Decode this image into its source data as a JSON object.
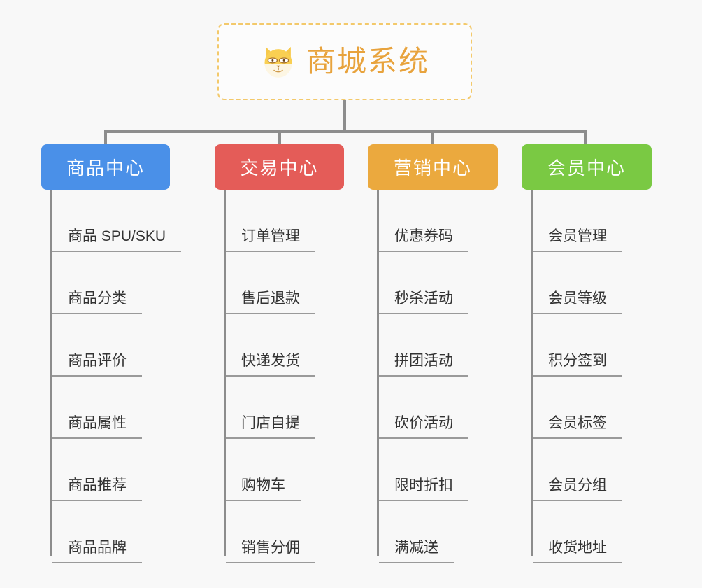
{
  "diagram": {
    "background_color": "#f8f8f8",
    "line_color": "#8d8d8d",
    "root": {
      "title": "商城系统",
      "icon": "shiba-dog-face-icon",
      "text_color": "#e8a33d",
      "border_color": "#f3c96b"
    },
    "columns": [
      {
        "label": "商品中心",
        "color": "#4a90e8",
        "items": [
          "商品 SPU/SKU",
          "商品分类",
          "商品评价",
          "商品属性",
          "商品推荐",
          "商品品牌"
        ]
      },
      {
        "label": "交易中心",
        "color": "#e45c58",
        "items": [
          "订单管理",
          "售后退款",
          "快递发货",
          "门店自提",
          "购物车",
          "销售分佣"
        ]
      },
      {
        "label": "营销中心",
        "color": "#eba93e",
        "items": [
          "优惠券码",
          "秒杀活动",
          "拼团活动",
          "砍价活动",
          "限时折扣",
          "满减送"
        ]
      },
      {
        "label": "会员中心",
        "color": "#7ac943",
        "items": [
          "会员管理",
          "会员等级",
          "积分签到",
          "会员标签",
          "会员分组",
          "收货地址"
        ]
      }
    ]
  }
}
